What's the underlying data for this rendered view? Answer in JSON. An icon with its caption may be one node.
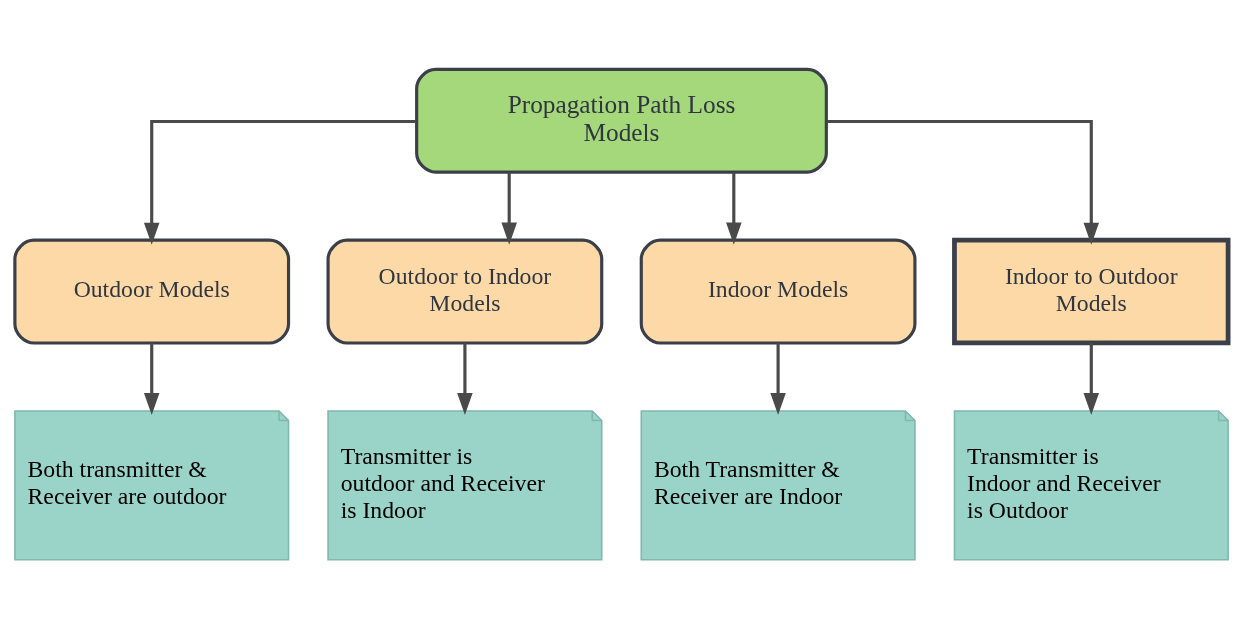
{
  "diagram": {
    "nodes": [
      {
        "text": [
          "Propagation Path Loss Models"
        ]
      },
      {
        "text": [
          "Outdoor Models"
        ]
      },
      {
        "text": [
          "Outdoor to Indoor Models"
        ]
      },
      {
        "text": [
          "Indoor Models"
        ]
      },
      {
        "text": [
          "Indoor to Outdoor Models"
        ]
      },
      {
        "text": [
          "Both transmitter & Receiver are outdoor"
        ]
      },
      {
        "text": [
          "Transmitter is outdoor and Receiver is Indoor"
        ]
      },
      {
        "text": [
          "Both Transmitter & Receiver are Indoor"
        ]
      },
      {
        "text": [
          "Transmitter is Indoor and Receiver is Outdoor"
        ]
      }
    ],
    "edges": [
      {
        "from": 0,
        "to": 1,
        "arrow": "to"
      },
      {
        "from": 0,
        "to": 2,
        "arrow": "to"
      },
      {
        "from": 0,
        "to": 3,
        "arrow": "to"
      },
      {
        "from": 0,
        "to": 4,
        "arrow": "to"
      },
      {
        "from": 1,
        "to": 5,
        "arrow": "to"
      },
      {
        "from": 2,
        "to": 6,
        "arrow": "to"
      },
      {
        "from": 3,
        "to": 7,
        "arrow": "to"
      },
      {
        "from": 4,
        "to": 8,
        "arrow": "to"
      }
    ]
  }
}
